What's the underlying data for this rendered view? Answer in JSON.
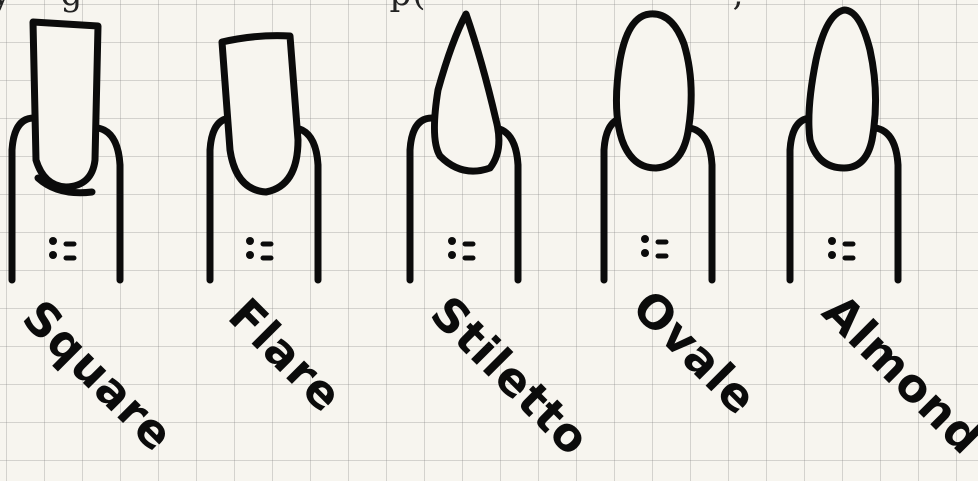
{
  "shapes": [
    {
      "label": "Square"
    },
    {
      "label": "Flare"
    },
    {
      "label": "Stiletto"
    },
    {
      "label": "Ovale"
    },
    {
      "label": "Almond"
    }
  ]
}
